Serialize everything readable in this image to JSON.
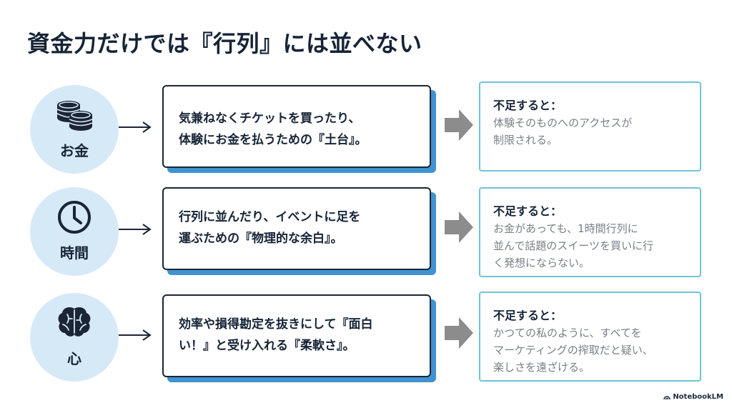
{
  "title": "資金力だけでは『行列』には並べない",
  "rows": [
    {
      "icon": "coins-icon",
      "label": "お金",
      "main_lines": [
        "気兼ねなくチケットを買ったり、",
        "体験にお金を払うための『土台』。"
      ],
      "lack_heading": "不足すると：",
      "lack_lines": [
        "体験そのものへのアクセスが",
        "制限される。"
      ]
    },
    {
      "icon": "clock-icon",
      "label": "時間",
      "main_lines": [
        "行列に並んだり、イベントに足を",
        "運ぶための『物理的な余白』。"
      ],
      "lack_heading": "不足すると：",
      "lack_lines": [
        "お金があっても、1時間行列に",
        "並んで話題のスイーツを買いに行",
        "く発想にならない。"
      ]
    },
    {
      "icon": "brain-icon",
      "label": "心",
      "main_lines": [
        "効率や損得勘定を抜きにして『面白",
        "い！』と受け入れる『柔軟さ』。"
      ],
      "lack_heading": "不足すると：",
      "lack_lines": [
        "かつての私のように、すべてを",
        "マーケティングの搾取だと疑い、",
        "楽しさを遠ざける。"
      ]
    }
  ],
  "brand": "NotebookLM",
  "colors": {
    "circle_bg": "#d6e9f6",
    "box_shadow": "#3f93d0",
    "outcome_border": "#6fc3da",
    "gray_arrow": "#8c8c8c",
    "text_dark": "#162436",
    "text_gray": "#7a7f86"
  }
}
